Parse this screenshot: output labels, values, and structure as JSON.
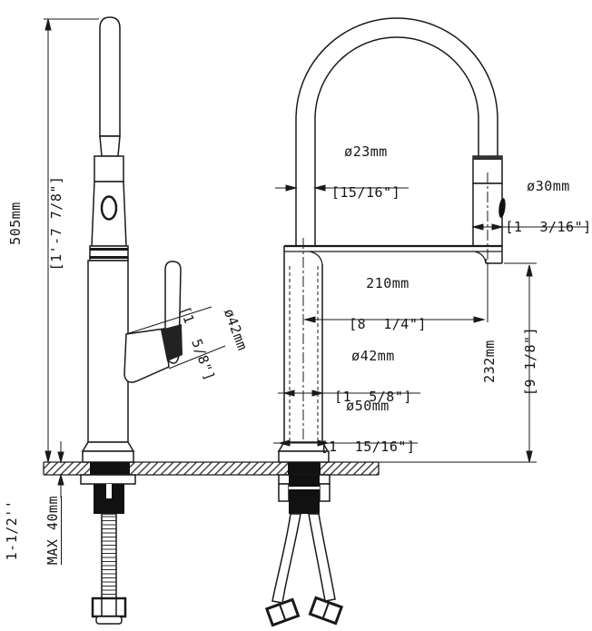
{
  "drawing": {
    "type": "technical-dimension-drawing",
    "subject": "kitchen-faucet-two-views",
    "colors": {
      "line": "#1a1a1a",
      "bg": "#ffffff",
      "fill_dark": "#111111"
    },
    "dims": {
      "height": {
        "l1": "505mm",
        "l2": "[1'-7 7/8\"]"
      },
      "deckmax": {
        "l1": "1-1/2''",
        "l2": "MAX 40mm"
      },
      "tube": {
        "l1": "ø23mm",
        "l2": "[15/16\"]"
      },
      "sprayer": {
        "l1": "ø30mm",
        "l2": "[1  3/16\"]"
      },
      "reach": {
        "l1": "210mm",
        "l2": "[8  1/4\"]"
      },
      "bodydia": {
        "l1": "ø42mm",
        "l2": "[1  5/8\"]"
      },
      "basedia": {
        "l1": "ø50mm",
        "l2": "[1  15/16\"]"
      },
      "deckspout": {
        "l1": "232mm",
        "l2": "[9 1/8\"]"
      },
      "handledia": {
        "l1": "ø42mm",
        "l2": "[1  5/8\"]"
      }
    }
  }
}
